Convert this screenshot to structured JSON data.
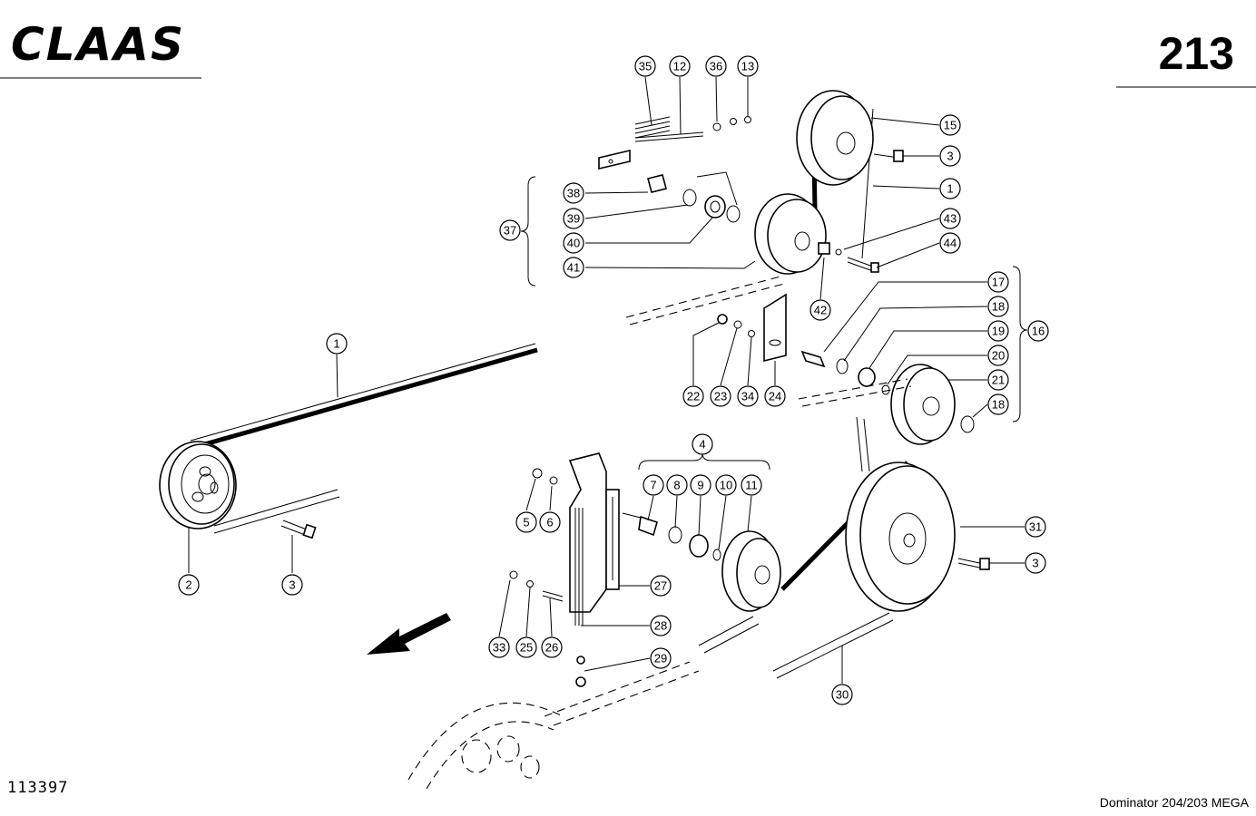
{
  "header": {
    "brand": "CLAAS",
    "page_number": "213"
  },
  "footer": {
    "document_number": "113397",
    "model": "Dominator 204/203 MEGA"
  },
  "callouts": [
    "35",
    "12",
    "36",
    "13",
    "15",
    "3",
    "1",
    "43",
    "44",
    "42",
    "38",
    "39",
    "37",
    "40",
    "41",
    "17",
    "18",
    "19",
    "16",
    "20",
    "21",
    "18",
    "22",
    "23",
    "34",
    "24",
    "1",
    "2",
    "3",
    "4",
    "7",
    "8",
    "9",
    "10",
    "11",
    "5",
    "6",
    "27",
    "31",
    "3",
    "33",
    "25",
    "26",
    "28",
    "29",
    "30"
  ]
}
